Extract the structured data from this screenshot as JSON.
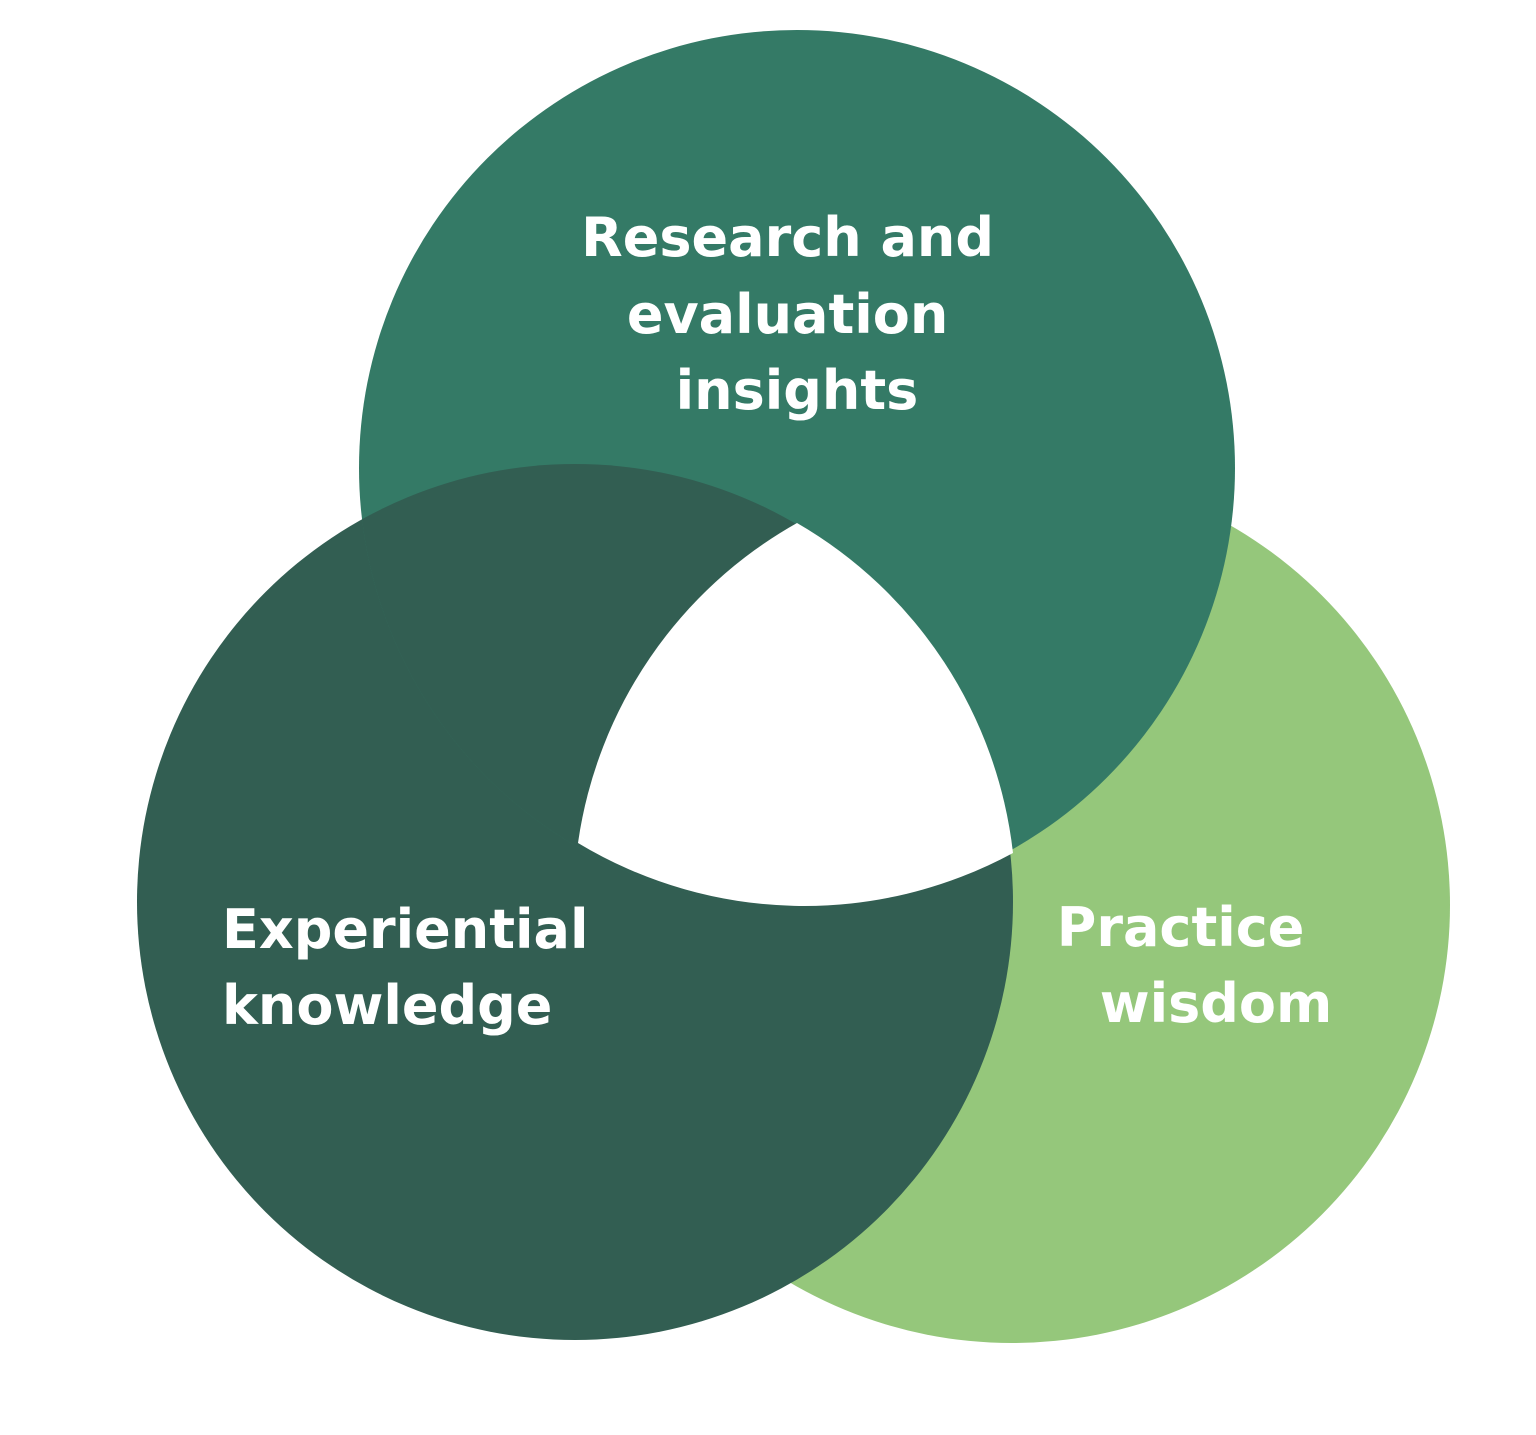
{
  "diagram": {
    "type": "venn",
    "colors": {
      "background": "#ffffff",
      "research": "#347a66",
      "experiential": "#325e52",
      "practice": "#95c77b",
      "center": "#ffffff",
      "label": "#ffffff"
    },
    "circles": {
      "research": {
        "label_lines": [
          "Research and",
          "evaluation",
          "insights"
        ]
      },
      "experiential": {
        "label_lines": [
          "Experiential",
          "knowledge"
        ]
      },
      "practice": {
        "label_lines": [
          "Practice",
          "wisdom"
        ]
      }
    }
  }
}
